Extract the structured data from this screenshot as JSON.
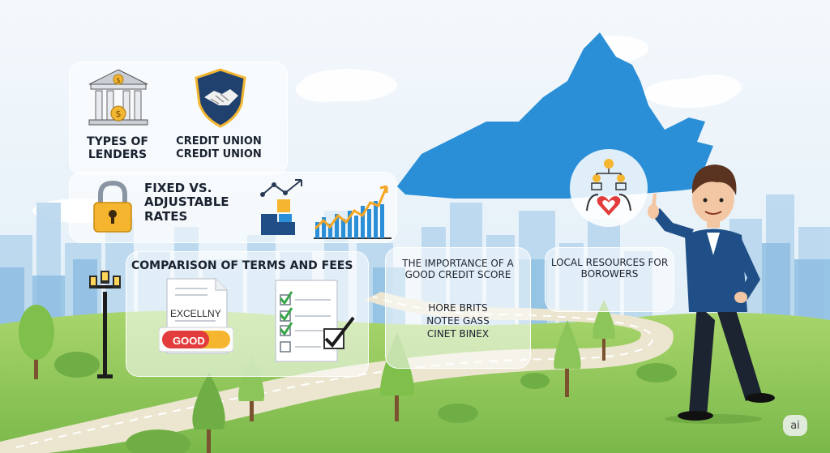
{
  "panels": {
    "types_of_lenders": "TYPES OF LENDERS",
    "credit_union_line1": "CREDIT UNION",
    "credit_union_line2": "CREDIT UNION",
    "fixed_vs_adjustable": "FIXED VS. ADJUSTABLE RATES",
    "comparison": "COMPARISON OF TERMS AND FEES",
    "credit_score_title": "THE IMPORTANCE OF A GOOD CREDIT SCORE",
    "credit_score_items": [
      "HORE BRITS",
      "NOTEE GASS",
      "CINET BINEX"
    ],
    "local_resources": "LOCAL RESOURCES FOR BOROWERS"
  },
  "document": {
    "rating_text": "EXCELLNY",
    "good_label": "GOOD"
  },
  "watermark": "ai",
  "colors": {
    "sky": "#eef5fb",
    "state_map": "#2a8fd6",
    "grass": "#8fc95a",
    "path": "#ebe6d2",
    "suit": "#1f4f86"
  }
}
